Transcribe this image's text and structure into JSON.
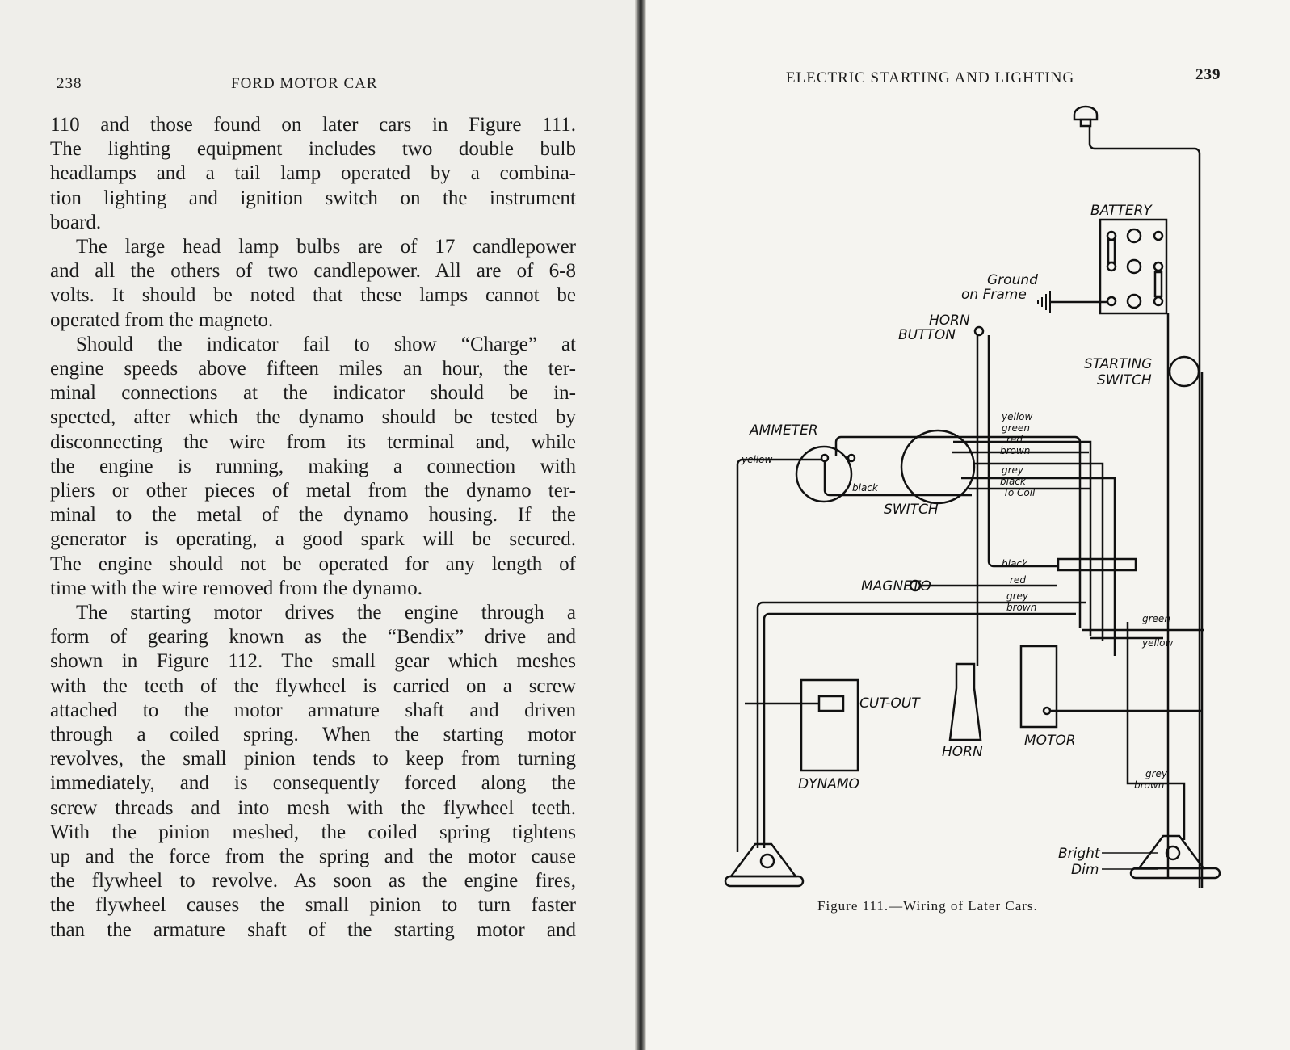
{
  "left_page": {
    "page_number": "238",
    "running_head": "FORD MOTOR CAR",
    "lines": [
      {
        "text": "110 and those found on later cars in Figure 111.",
        "indent": false,
        "last": false
      },
      {
        "text": "The lighting equipment includes two double bulb",
        "indent": false,
        "last": false
      },
      {
        "text": "headlamps and a tail lamp operated by a combina-",
        "indent": false,
        "last": false
      },
      {
        "text": "tion lighting and ignition switch on the instrument",
        "indent": false,
        "last": false
      },
      {
        "text": "board.",
        "indent": false,
        "last": true
      },
      {
        "text": "The large head lamp bulbs are of 17 candlepower",
        "indent": true,
        "last": false
      },
      {
        "text": "and all the others of two candlepower.  All are of 6-8",
        "indent": false,
        "last": false
      },
      {
        "text": "volts.  It should be noted that these lamps cannot be",
        "indent": false,
        "last": false
      },
      {
        "text": "operated from the magneto.",
        "indent": false,
        "last": true
      },
      {
        "text": "Should the indicator fail to show “Charge” at",
        "indent": true,
        "last": false
      },
      {
        "text": "engine speeds above fifteen miles an hour, the ter-",
        "indent": false,
        "last": false
      },
      {
        "text": "minal connections at the indicator should be in-",
        "indent": false,
        "last": false
      },
      {
        "text": "spected, after which the dynamo should be tested by",
        "indent": false,
        "last": false
      },
      {
        "text": "disconnecting the wire from its terminal and, while",
        "indent": false,
        "last": false
      },
      {
        "text": "the engine is running, making a connection with",
        "indent": false,
        "last": false
      },
      {
        "text": "pliers or other pieces of metal from the dynamo ter-",
        "indent": false,
        "last": false
      },
      {
        "text": "minal to the metal of the dynamo housing.  If the",
        "indent": false,
        "last": false
      },
      {
        "text": "generator is operating, a good spark will be secured.",
        "indent": false,
        "last": false
      },
      {
        "text": "The engine should not be operated for any length of",
        "indent": false,
        "last": false
      },
      {
        "text": "time with the wire removed from the dynamo.",
        "indent": false,
        "last": true
      },
      {
        "text": "The starting motor drives the engine through a",
        "indent": true,
        "last": false
      },
      {
        "text": "form of gearing known as the “Bendix” drive and",
        "indent": false,
        "last": false
      },
      {
        "text": "shown in Figure 112.  The small gear which meshes",
        "indent": false,
        "last": false
      },
      {
        "text": "with the teeth of the flywheel is carried on a screw",
        "indent": false,
        "last": false
      },
      {
        "text": "attached to the motor armature shaft and driven",
        "indent": false,
        "last": false
      },
      {
        "text": "through a coiled spring.  When the starting motor",
        "indent": false,
        "last": false
      },
      {
        "text": "revolves, the small pinion tends to keep from turning",
        "indent": false,
        "last": false
      },
      {
        "text": "immediately, and is consequently forced along the",
        "indent": false,
        "last": false
      },
      {
        "text": "screw threads and into mesh with the flywheel teeth.",
        "indent": false,
        "last": false
      },
      {
        "text": "With the pinion meshed, the coiled spring tightens",
        "indent": false,
        "last": false
      },
      {
        "text": "up and the force from the spring and the motor cause",
        "indent": false,
        "last": false
      },
      {
        "text": "the flywheel to revolve.  As soon as the engine fires,",
        "indent": false,
        "last": false
      },
      {
        "text": "the flywheel causes the small pinion to turn faster",
        "indent": false,
        "last": false
      },
      {
        "text": "than the armature shaft of the starting motor and",
        "indent": false,
        "last": false
      }
    ]
  },
  "right_page": {
    "page_number": "239",
    "running_head": "ELECTRIC STARTING AND LIGHTING",
    "caption": "Figure 111.—Wiring of Later Cars.",
    "diagram": {
      "labels": {
        "battery": "BATTERY",
        "ground_1": "Ground",
        "ground_2": "on Frame",
        "horn_button_1": "HORN",
        "horn_button_2": "BUTTON",
        "starting_switch_1": "STARTING",
        "starting_switch_2": "SWITCH",
        "ammeter": "AMMETER",
        "switch": "SWITCH",
        "magneto": "MAGNETO",
        "cut_out": "CUT-OUT",
        "dynamo": "DYNAMO",
        "horn": "HORN",
        "motor": "MOTOR",
        "bright": "Bright",
        "dim": "Dim"
      },
      "wire_labels": {
        "ammeter_yellow": "yellow",
        "ammeter_black": "black",
        "w_yellow": "yellow",
        "w_green": "green",
        "w_red": "red",
        "w_brown": "brown",
        "w_grey": "grey",
        "w_black": "black",
        "w_to_coil": "To Coil",
        "b_black": "black",
        "b_red": "red",
        "b_grey": "grey",
        "b_brown": "brown",
        "r_green": "green",
        "r_yellow": "yellow",
        "lower_grey": "grey",
        "lower_brown": "brown"
      }
    }
  }
}
